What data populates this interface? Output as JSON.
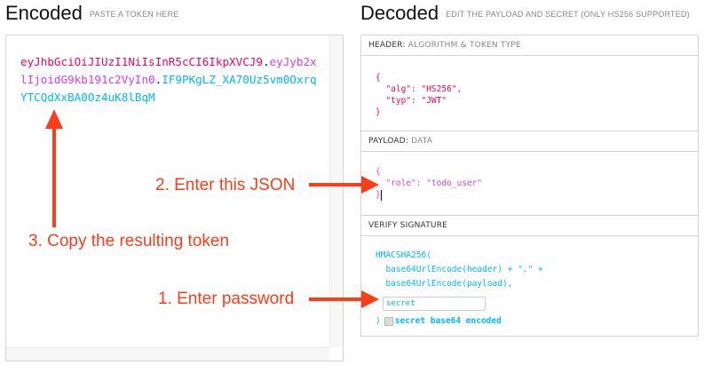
{
  "encoded": {
    "title": "Encoded",
    "subtitle": "PASTE A TOKEN HERE",
    "token": {
      "header": "eyJhbGciOiJIUzI1NiIsInR5cCI6IkpXVCJ9",
      "payload": "eyJyb2xlIjoidG9kb191c2VyIn0",
      "signature": "IF9PKgLZ_XA70Uz5vm0OxrqYTCQdXxBA0Oz4uK8lBqM",
      "dot": "."
    }
  },
  "decoded": {
    "title": "Decoded",
    "subtitle": "EDIT THE PAYLOAD AND SECRET (ONLY HS256 SUPPORTED)",
    "header": {
      "label": "HEADER:",
      "label_sub": "ALGORITHM & TOKEN TYPE",
      "lines": [
        "{",
        "  \"alg\": \"HS256\",",
        "  \"typ\": \"JWT\"",
        "}"
      ]
    },
    "payload": {
      "label": "PAYLOAD:",
      "label_sub": "DATA",
      "lines": [
        "{",
        "  \"role\": \"todo_user\"",
        "}"
      ]
    },
    "verify": {
      "label": "VERIFY SIGNATURE",
      "lines": [
        "HMACSHA256(",
        "  base64UrlEncode(header) + \".\" +",
        "  base64UrlEncode(payload),"
      ],
      "secret_value": "secret",
      "close": ")",
      "checkbox_label": "secret base64 encoded",
      "checkbox_checked": false
    }
  },
  "annotations": {
    "step1": "1. Enter password",
    "step2": "2. Enter this JSON",
    "step3": "3. Copy the resulting token",
    "color": "#fc3d17"
  },
  "colors": {
    "header": "#fb015b",
    "payload": "#d63aff",
    "signature": "#00b9f1"
  }
}
